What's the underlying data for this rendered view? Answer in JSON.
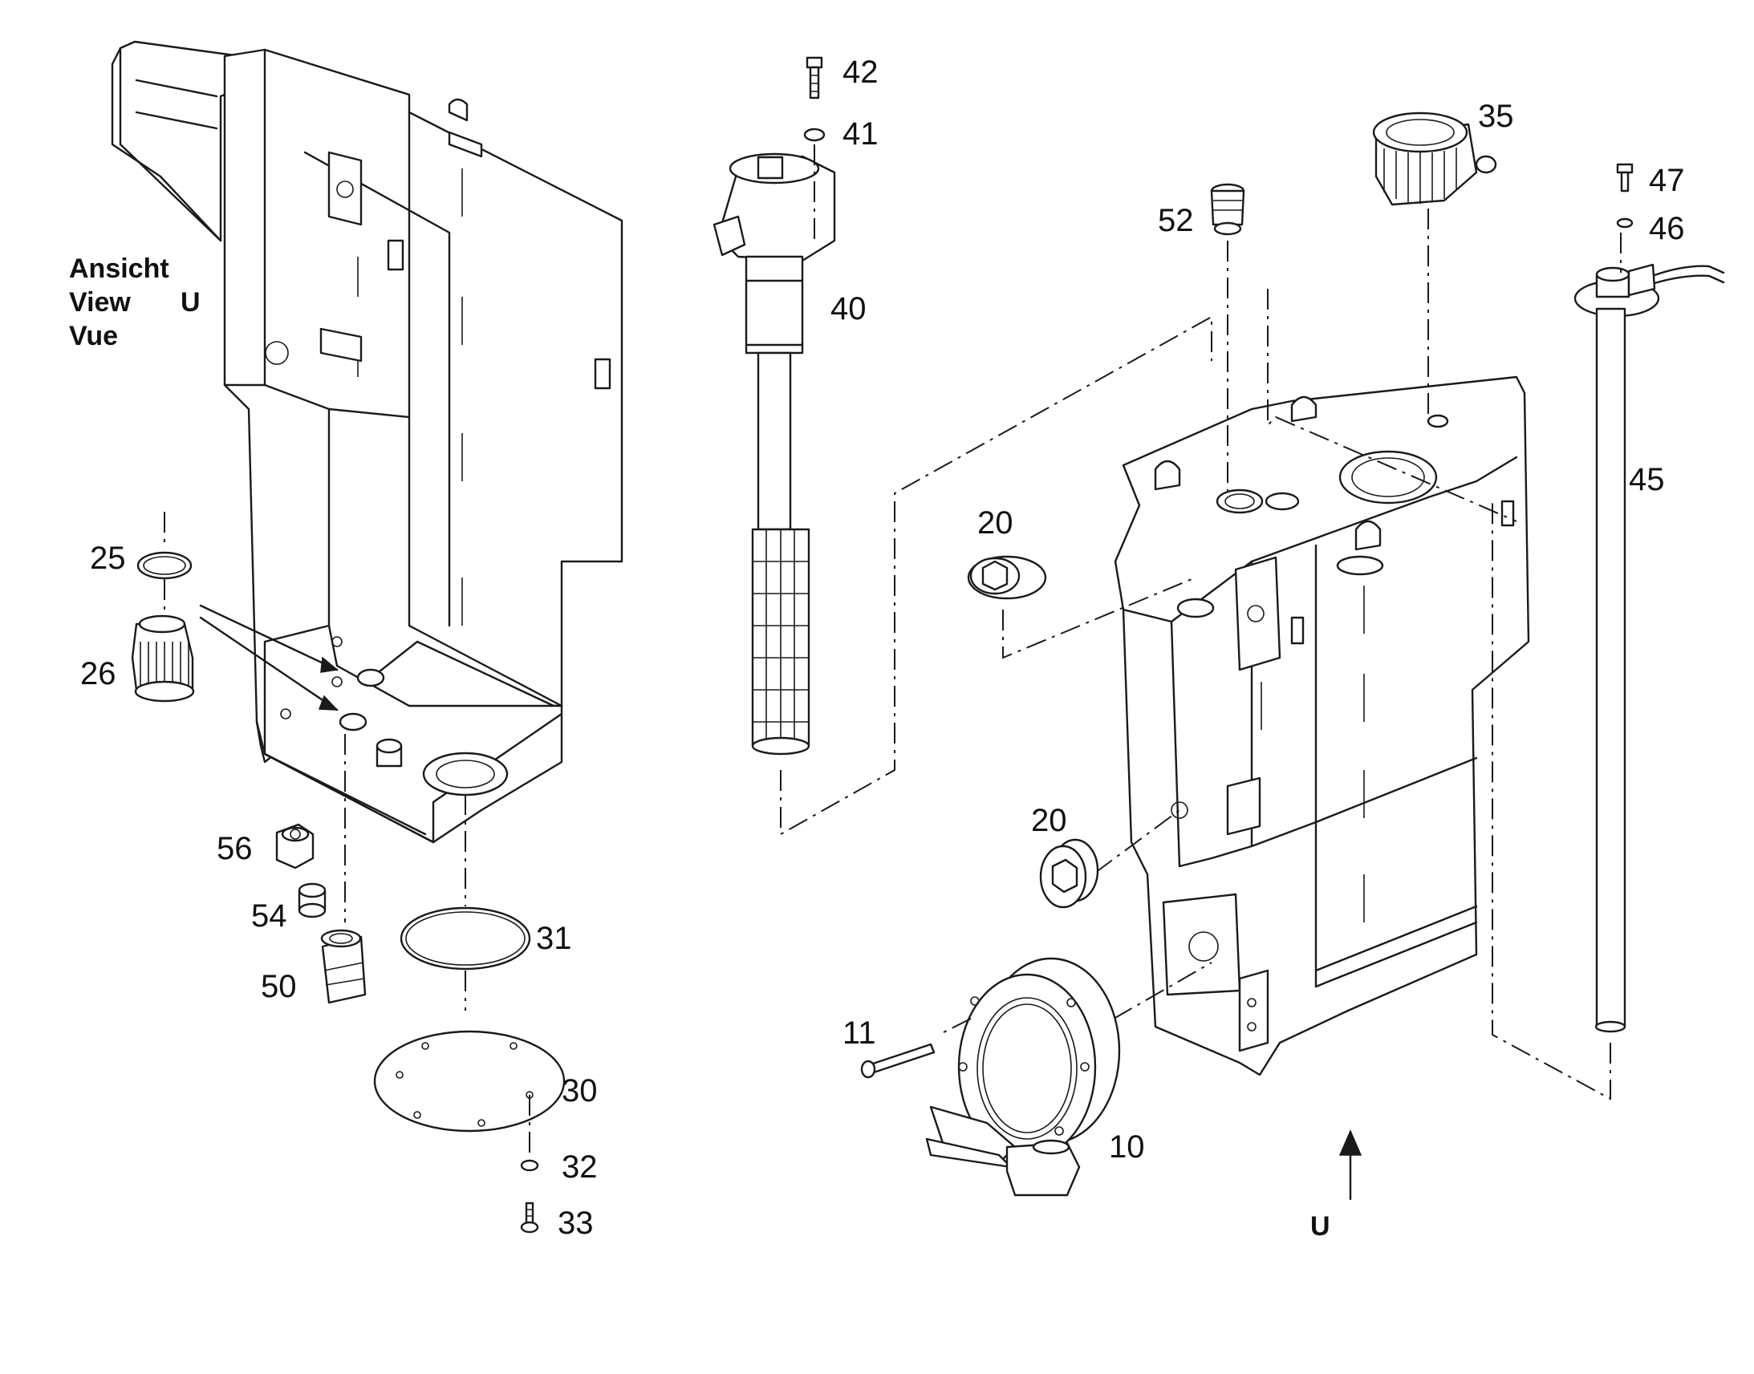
{
  "view_label": {
    "line1": "Ansicht",
    "line2": "View",
    "line3": "Vue",
    "letter": "U"
  },
  "arrow_label": "U",
  "part_numbers": {
    "p10": "10",
    "p11": "11",
    "p20a": "20",
    "p20b": "20",
    "p25": "25",
    "p26": "26",
    "p30": "30",
    "p31": "31",
    "p32": "32",
    "p33": "33",
    "p35": "35",
    "p40": "40",
    "p41": "41",
    "p42": "42",
    "p45": "45",
    "p46": "46",
    "p47": "47",
    "p50": "50",
    "p52": "52",
    "p54": "54",
    "p56": "56"
  },
  "colors": {
    "line": "#1a1a1a",
    "background": "#ffffff"
  }
}
